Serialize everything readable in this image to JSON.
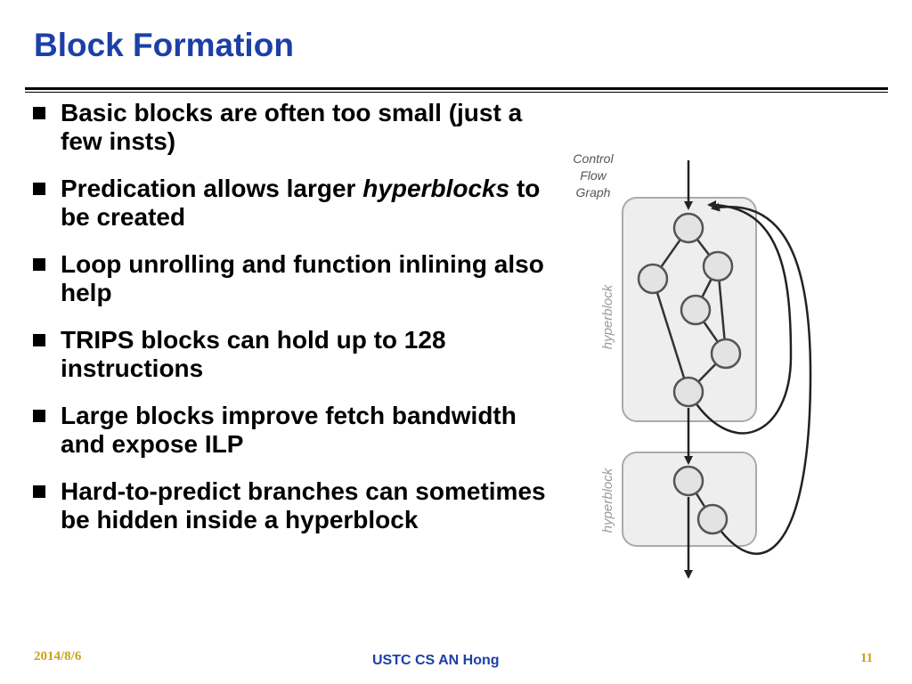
{
  "slide": {
    "title": "Block Formation"
  },
  "bullets": [
    {
      "text": "Basic blocks are often too small (just a few insts)"
    },
    {
      "before": "Predication allows larger ",
      "emphasis": "hyperblocks",
      "after": " to be created"
    },
    {
      "text": "Loop unrolling and function inlining also help"
    },
    {
      "text": "TRIPS blocks can hold up to 128 instructions"
    },
    {
      "text": "Large blocks improve fetch bandwidth and expose ILP"
    },
    {
      "text": "Hard-to-predict branches can sometimes be hidden inside a hyperblock"
    }
  ],
  "diagram": {
    "caption_lines": [
      "Control",
      "Flow",
      "Graph"
    ],
    "block_labels": [
      "hyperblock",
      "hyperblock"
    ]
  },
  "footer": {
    "date": "2014/8/6",
    "center": "USTC CS AN Hong",
    "page": "11"
  },
  "colors": {
    "title": "#1c3fa8",
    "footer_side": "#caa21a",
    "node_fill": "#e3e3e3",
    "block_fill": "#eeeeee"
  }
}
